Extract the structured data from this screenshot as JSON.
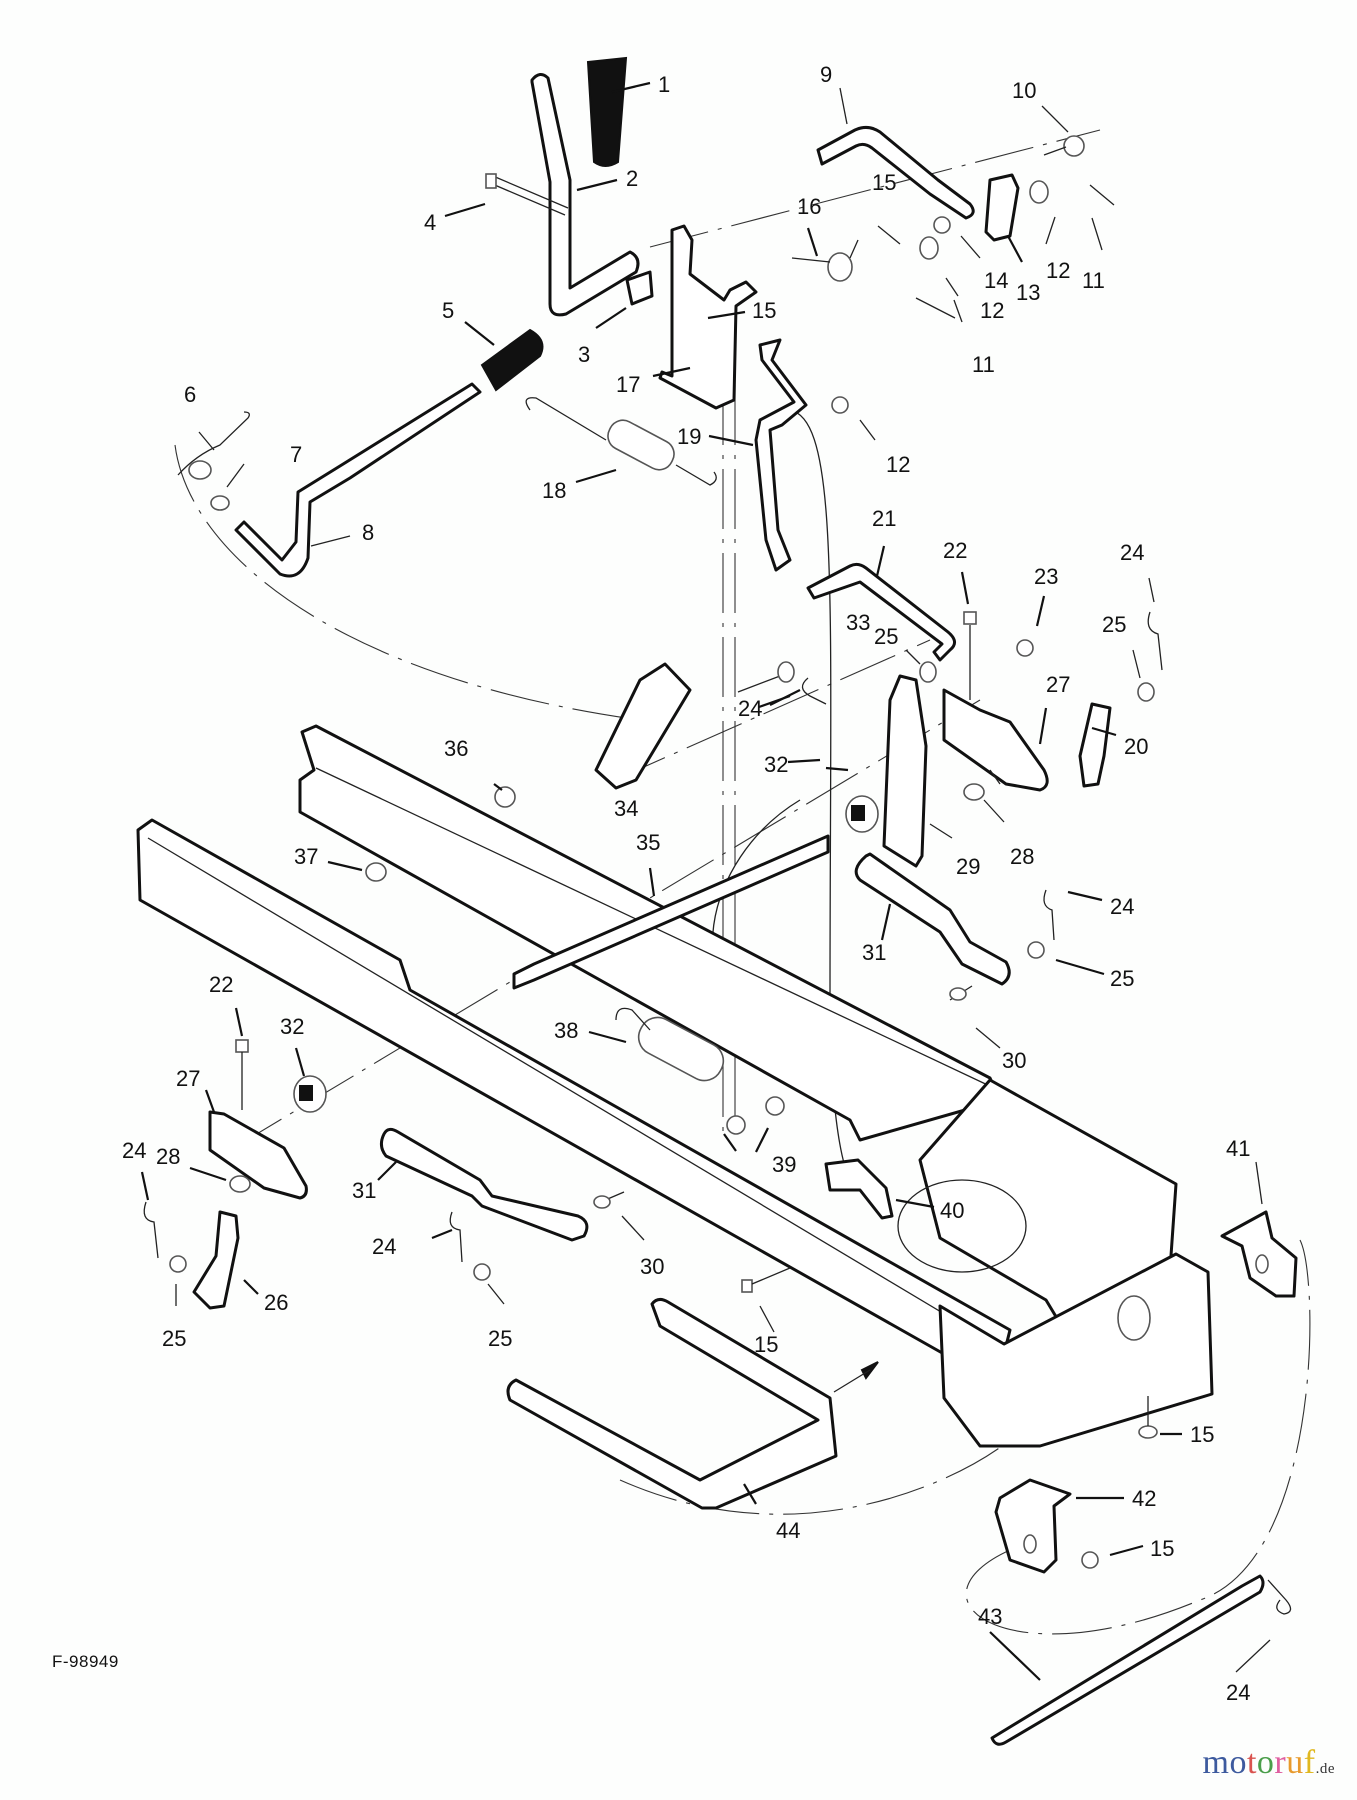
{
  "figure_id": "F-98949",
  "watermark": {
    "letters": [
      {
        "char": "m",
        "color": "#3d5a9e"
      },
      {
        "char": "o",
        "color": "#3d5a9e"
      },
      {
        "char": "t",
        "color": "#d9534f"
      },
      {
        "char": "o",
        "color": "#4a9e4a"
      },
      {
        "char": "r",
        "color": "#e05fa0"
      },
      {
        "char": "u",
        "color": "#e89a2c"
      },
      {
        "char": "f",
        "color": "#e0b820"
      }
    ],
    "suffix": ".de"
  },
  "callouts": [
    {
      "id": "1",
      "text": "1"
    },
    {
      "id": "2",
      "text": "2"
    },
    {
      "id": "3",
      "text": "3"
    },
    {
      "id": "4",
      "text": "4"
    },
    {
      "id": "5",
      "text": "5"
    },
    {
      "id": "6",
      "text": "6"
    },
    {
      "id": "7",
      "text": "7"
    },
    {
      "id": "8",
      "text": "8"
    },
    {
      "id": "9",
      "text": "9"
    },
    {
      "id": "10",
      "text": "10"
    },
    {
      "id": "11a",
      "text": "11"
    },
    {
      "id": "11b",
      "text": "11"
    },
    {
      "id": "12a",
      "text": "12"
    },
    {
      "id": "12b",
      "text": "12"
    },
    {
      "id": "12c",
      "text": "12"
    },
    {
      "id": "13",
      "text": "13"
    },
    {
      "id": "14",
      "text": "14"
    },
    {
      "id": "15a",
      "text": "15"
    },
    {
      "id": "15b",
      "text": "15"
    },
    {
      "id": "15c",
      "text": "15"
    },
    {
      "id": "15d",
      "text": "15"
    },
    {
      "id": "15e",
      "text": "15"
    },
    {
      "id": "16",
      "text": "16"
    },
    {
      "id": "17",
      "text": "17"
    },
    {
      "id": "18",
      "text": "18"
    },
    {
      "id": "19",
      "text": "19"
    },
    {
      "id": "20",
      "text": "20"
    },
    {
      "id": "21",
      "text": "21"
    },
    {
      "id": "22a",
      "text": "22"
    },
    {
      "id": "22b",
      "text": "22"
    },
    {
      "id": "23",
      "text": "23"
    },
    {
      "id": "24a",
      "text": "24"
    },
    {
      "id": "24b",
      "text": "24"
    },
    {
      "id": "24c",
      "text": "24"
    },
    {
      "id": "24d",
      "text": "24"
    },
    {
      "id": "24e",
      "text": "24"
    },
    {
      "id": "24f",
      "text": "24"
    },
    {
      "id": "25a",
      "text": "25"
    },
    {
      "id": "25b",
      "text": "25"
    },
    {
      "id": "25c",
      "text": "25"
    },
    {
      "id": "25d",
      "text": "25"
    },
    {
      "id": "25e",
      "text": "25"
    },
    {
      "id": "26",
      "text": "26"
    },
    {
      "id": "27a",
      "text": "27"
    },
    {
      "id": "27b",
      "text": "27"
    },
    {
      "id": "28a",
      "text": "28"
    },
    {
      "id": "28b",
      "text": "28"
    },
    {
      "id": "29",
      "text": "29"
    },
    {
      "id": "30a",
      "text": "30"
    },
    {
      "id": "30b",
      "text": "30"
    },
    {
      "id": "31a",
      "text": "31"
    },
    {
      "id": "31b",
      "text": "31"
    },
    {
      "id": "32a",
      "text": "32"
    },
    {
      "id": "32b",
      "text": "32"
    },
    {
      "id": "33",
      "text": "33"
    },
    {
      "id": "34",
      "text": "34"
    },
    {
      "id": "35",
      "text": "35"
    },
    {
      "id": "36",
      "text": "36"
    },
    {
      "id": "37",
      "text": "37"
    },
    {
      "id": "38",
      "text": "38"
    },
    {
      "id": "39",
      "text": "39"
    },
    {
      "id": "40",
      "text": "40"
    },
    {
      "id": "41",
      "text": "41"
    },
    {
      "id": "42",
      "text": "42"
    },
    {
      "id": "43",
      "text": "43"
    },
    {
      "id": "44",
      "text": "44"
    }
  ]
}
